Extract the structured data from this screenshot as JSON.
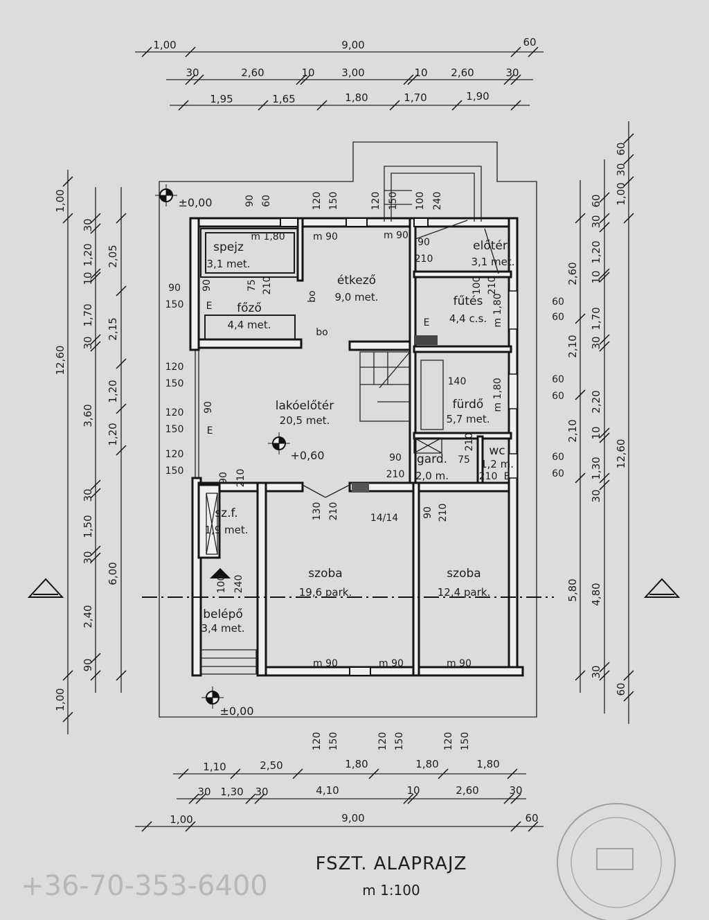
{
  "title": "FSZT. ALAPRAJZ",
  "scale": "m 1:100",
  "watermark": "+36-70-353-6400",
  "rooms": [
    {
      "name": "spejz",
      "area": "3,1 met."
    },
    {
      "name": "főző",
      "area": "4,4 met."
    },
    {
      "name": "étkező",
      "area": "9,0 met."
    },
    {
      "name": "előtér",
      "area": "3,1 met."
    },
    {
      "name": "fűtés",
      "area": "4,4 c.s."
    },
    {
      "name": "lakóelőtér",
      "area": "20,5 met."
    },
    {
      "name": "fürdő",
      "area": "5,7 met."
    },
    {
      "name": "gard.",
      "area": "2,0 m."
    },
    {
      "name": "wc",
      "area": "1,2 m."
    },
    {
      "name": "sz.f.",
      "area": "1,9 met."
    },
    {
      "name": "szoba",
      "area": "19,6 park."
    },
    {
      "name": "szoba",
      "area": "12,4 park."
    },
    {
      "name": "belépő",
      "area": "3,4 met."
    }
  ],
  "levels": [
    "±0,00",
    "+0,60",
    "±0,00"
  ],
  "dims": {
    "top1": [
      "1,00",
      "9,00",
      "60"
    ],
    "top2": [
      "30",
      "2,60",
      "10",
      "3,00",
      "10",
      "2,60",
      "30"
    ],
    "top3": [
      "1,95",
      "1,65",
      "1,80",
      "1,70",
      "1,90"
    ],
    "bottom1": [
      "1,10",
      "2,50",
      "1,80",
      "1,80",
      "1,80"
    ],
    "bottom2": [
      "30",
      "1,30",
      "30",
      "4,10",
      "10",
      "2,60",
      "30"
    ],
    "bottom3": [
      "1,00",
      "9,00",
      "60"
    ],
    "left1": [
      "1,00",
      "12,60",
      "1,00"
    ],
    "left2": [
      "30",
      "1,20",
      "10",
      "1,70",
      "30",
      "3,60",
      "30",
      "1,50",
      "30",
      "2,40",
      "90"
    ],
    "left3": [
      "2,05",
      "2,15",
      "1,20",
      "1,20",
      "6,00"
    ],
    "right1": [
      "2,60",
      "2,10",
      "2,10",
      "5,80"
    ],
    "right2": [
      "60",
      "30",
      "1,20",
      "10",
      "1,70",
      "30",
      "2,20",
      "10",
      "1,30",
      "30",
      "4,80",
      "30"
    ],
    "right3": [
      "60",
      "30",
      "1,00",
      "12,60",
      "60"
    ],
    "sill": [
      "60",
      "60",
      "60",
      "60",
      "60",
      "60"
    ]
  },
  "openings": {
    "top": [
      "90",
      "60",
      "120",
      "150",
      "120",
      "150",
      "100",
      "240"
    ],
    "top_marks": [
      "m 1,80",
      "m 90",
      "m 90",
      "90",
      "210"
    ],
    "left": [
      "90",
      "150",
      "120",
      "150",
      "120",
      "150",
      "120",
      "150"
    ],
    "bottom": [
      "120",
      "150",
      "120",
      "150",
      "120",
      "150"
    ],
    "bottom_marks": [
      "m 90",
      "m 90",
      "m 90"
    ],
    "inner_rot": [
      "75",
      "210",
      "90",
      "bo",
      "100",
      "210",
      "m 1,80",
      "m 1,80",
      "90",
      "90",
      "210",
      "130",
      "210",
      "90",
      "210",
      "100",
      "240",
      "210"
    ],
    "inner": [
      "bo",
      "140",
      "90",
      "210",
      "14/14",
      "75",
      "210",
      "E",
      "E",
      "E",
      "E"
    ]
  }
}
